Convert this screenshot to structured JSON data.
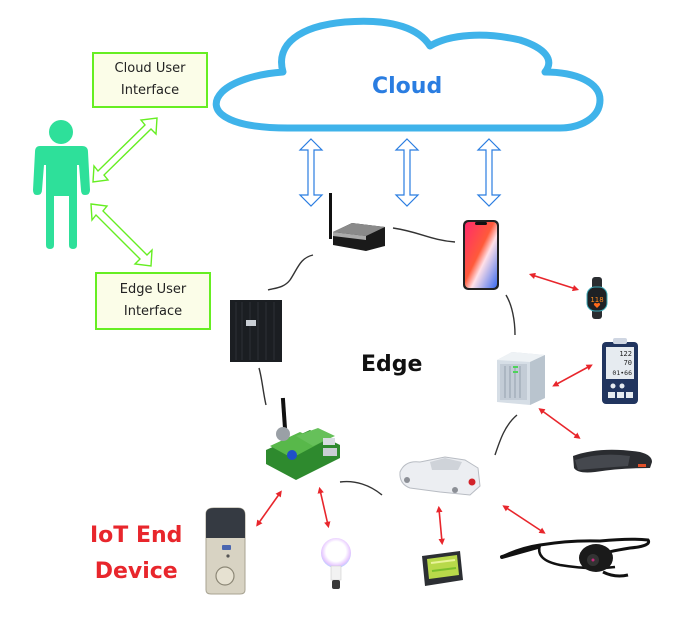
{
  "diagram": {
    "title_labels": {
      "cloud": "Cloud",
      "edge": "Edge",
      "iot_line1": "IoT End",
      "iot_line2": "Device"
    },
    "user_interfaces": [
      {
        "id": "cloud-ui",
        "line1": "Cloud User",
        "line2": "Interface"
      },
      {
        "id": "edge-ui",
        "line1": "Edge User",
        "line2": "Interface"
      }
    ],
    "actors": [
      {
        "id": "user",
        "type": "person-icon"
      }
    ],
    "edge_nodes": [
      {
        "id": "wifi-gateway",
        "icon": "router-icon"
      },
      {
        "id": "smartphone",
        "icon": "smartphone-icon"
      },
      {
        "id": "server",
        "icon": "server-icon"
      },
      {
        "id": "edge-cabinet",
        "icon": "cabinet-icon"
      },
      {
        "id": "dev-board",
        "icon": "circuit-board-icon"
      },
      {
        "id": "vehicle",
        "icon": "car-icon"
      }
    ],
    "end_devices": [
      {
        "id": "smartwatch",
        "icon": "smartwatch-icon",
        "screen_text": "118",
        "connected_to": "smartphone"
      },
      {
        "id": "bp-monitor",
        "icon": "blood-pressure-monitor-icon",
        "readings": [
          "122",
          "70",
          "01•66"
        ],
        "connected_to": "server"
      },
      {
        "id": "ar-headset",
        "icon": "ar-headset-icon",
        "connected_to": "server"
      },
      {
        "id": "smart-lock",
        "icon": "smart-lock-icon",
        "connected_to": "dev-board"
      },
      {
        "id": "smart-bulb",
        "icon": "smart-bulb-icon",
        "connected_to": "dev-board"
      },
      {
        "id": "gps-navigator",
        "icon": "gps-navigator-icon",
        "connected_to": "vehicle"
      },
      {
        "id": "camera",
        "icon": "camera-icon",
        "connected_to": "vehicle"
      }
    ],
    "colors": {
      "cloud_outline": "#3fb3ea",
      "cloud_text": "#2a7de1",
      "cloud_arrow": "#2a7de1",
      "user_figure": "#2ee09a",
      "user_arrow": "#66ee22",
      "ui_box_fill": "#fbfde8",
      "device_arrow": "#e8262c",
      "iot_text": "#e8262c",
      "edge_text": "#111111"
    }
  }
}
